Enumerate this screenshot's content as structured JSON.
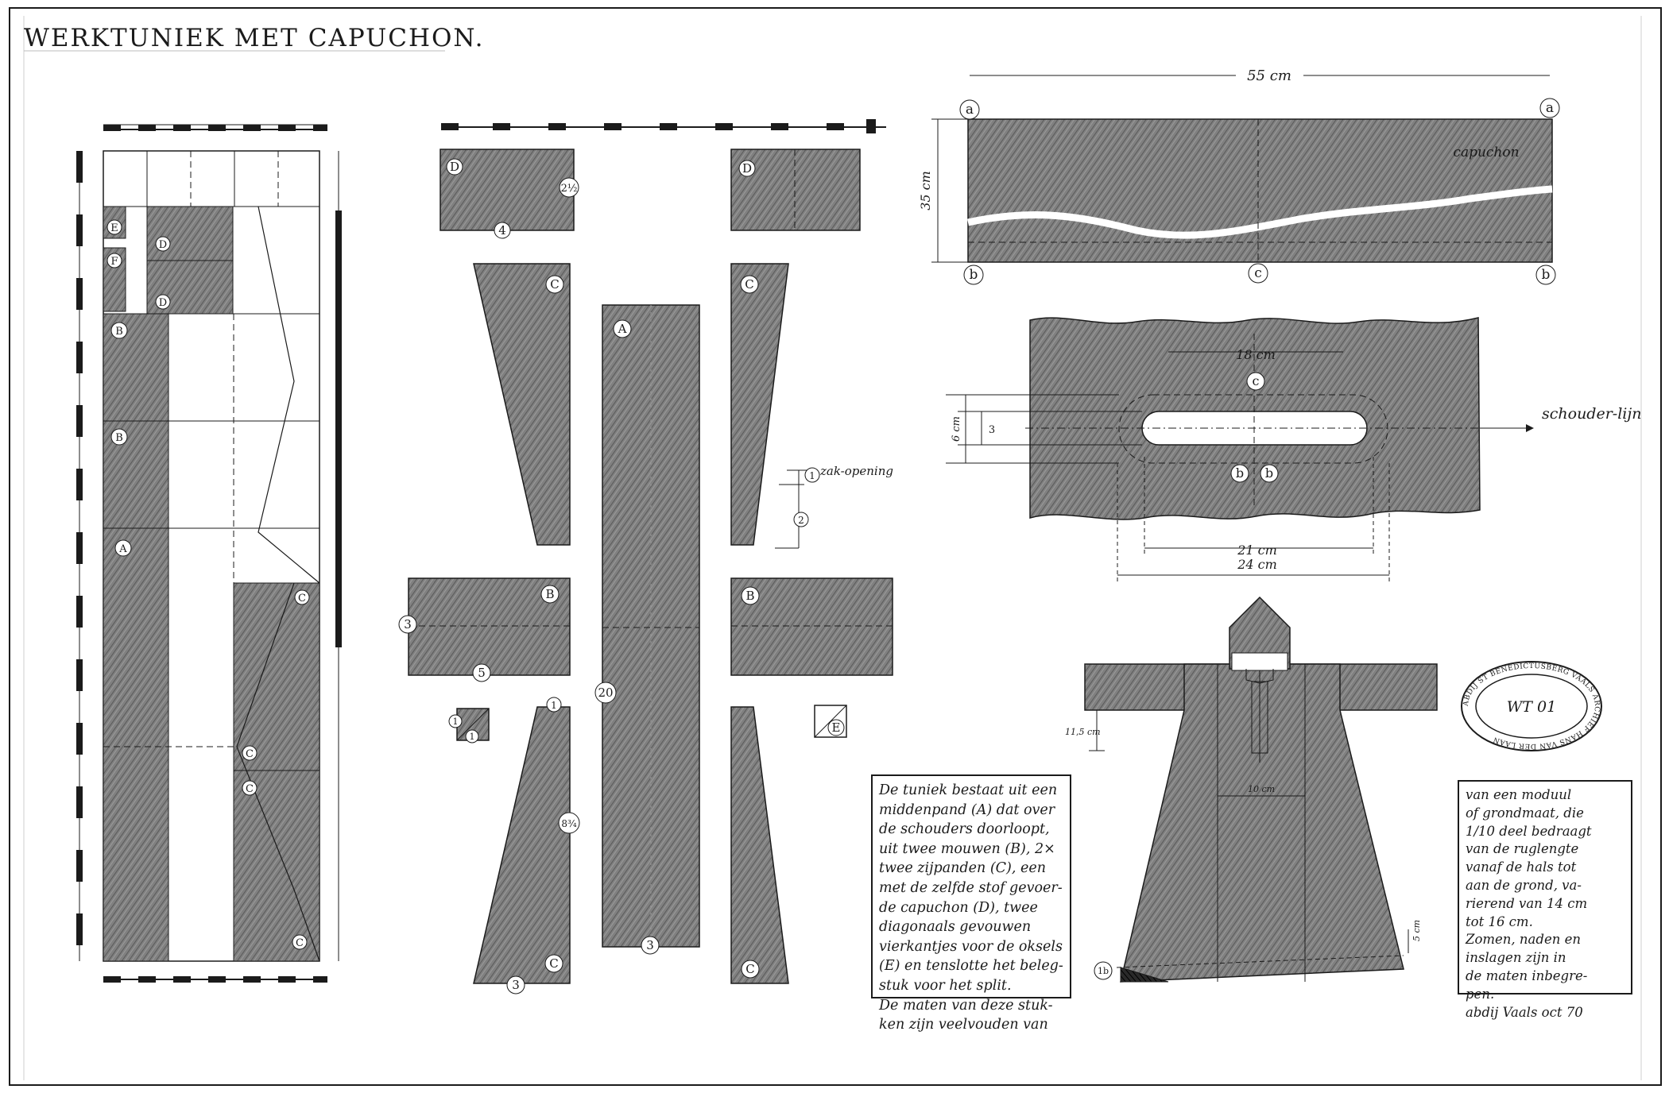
{
  "title": "WERKTUNIEK MET CAPUCHON.",
  "colors": {
    "ink": "#1b1b1b",
    "fabric": "#7d7d7d",
    "paper": "#ffffff"
  },
  "labels": {
    "A": "A",
    "B": "B",
    "C": "C",
    "D": "D",
    "E": "E",
    "F": "F",
    "a": "a",
    "b": "b",
    "c": "c",
    "two_half": "2½",
    "eight_three_quarter": "8¾",
    "n1": "1",
    "n2": "2",
    "n3": "3",
    "n4": "4",
    "n5": "5",
    "n20": "20"
  },
  "pocket": {
    "label": "zak-opening"
  },
  "hood": {
    "width": "55 cm",
    "height": "35 cm",
    "name": "capuchon"
  },
  "neck_detail": {
    "top_width": "18 cm",
    "opening_outer": "6 cm",
    "opening_inner": "3",
    "width_inner": "21 cm",
    "width_outer": "24 cm",
    "shoulder_line": "schouder-lijn"
  },
  "figure": {
    "sleeve_height": "11,5 cm",
    "center_measure": "10 cm",
    "hem_measure": "5 cm",
    "hem_label": "1b"
  },
  "stamp": {
    "ring_text": "ABDIJ ST BENEDICTUSBERG VAALS ARCHIEF HANS VAN DER LAAN",
    "code": "WT 01"
  },
  "note_left": {
    "lines": [
      "De tuniek bestaat uit een",
      "middenpand (A) dat over",
      "de schouders doorloopt,",
      "uit twee mouwen (B), 2×",
      "twee zijpanden (C), een",
      "met de zelfde stof gevoer-",
      "de capuchon (D), twee",
      "diagonaals gevouwen",
      "vierkantjes voor de oksels",
      "(E) en tenslotte het beleg-",
      "stuk voor het split.",
      "De maten van deze stuk-",
      "ken zijn veelvouden van"
    ]
  },
  "note_right": {
    "lines": [
      "van een moduul",
      "of grondmaat, die",
      "1/10 deel bedraagt",
      "van de ruglengte",
      "vanaf de hals tot",
      "aan de grond, va-",
      "rierend van 14 cm",
      "tot 16 cm.",
      "Zomen, naden en",
      "inslagen zijn in",
      "de maten inbegre-",
      "pen.",
      "abdij Vaals oct 70"
    ]
  }
}
